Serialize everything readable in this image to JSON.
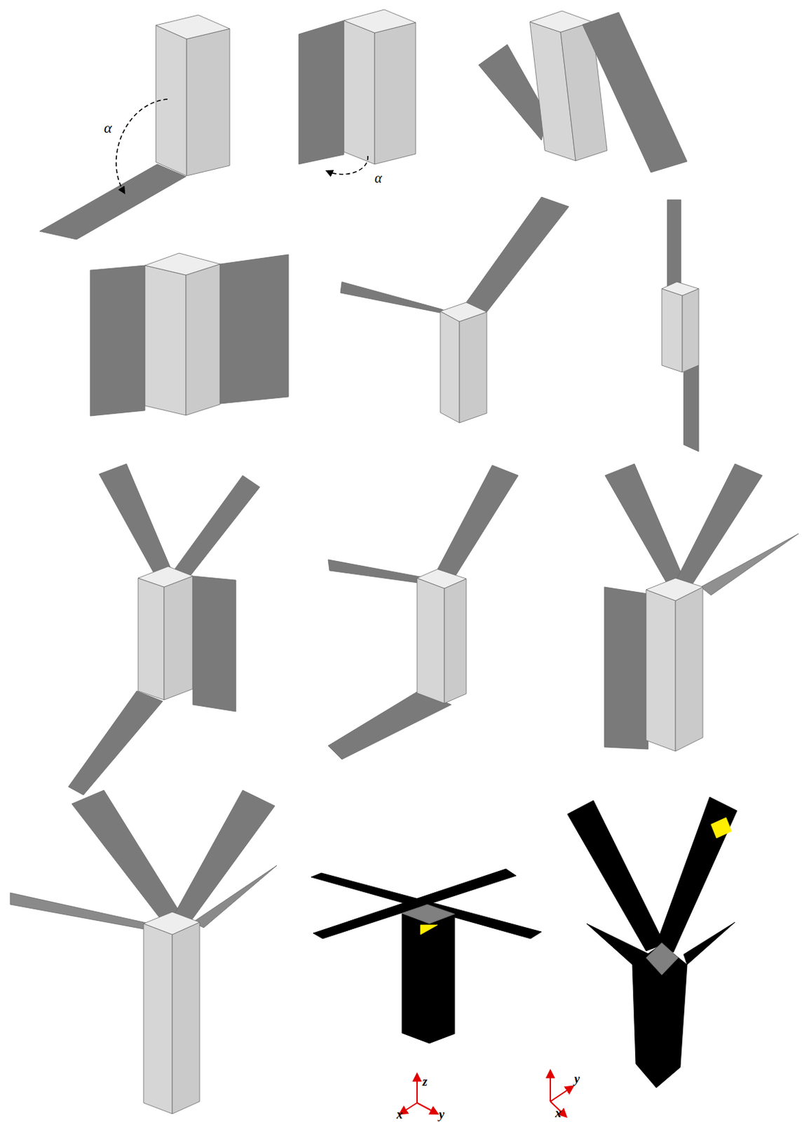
{
  "diagram": {
    "labels": [
      "α",
      "α",
      "z",
      "x",
      "y",
      "y",
      "x"
    ]
  }
}
